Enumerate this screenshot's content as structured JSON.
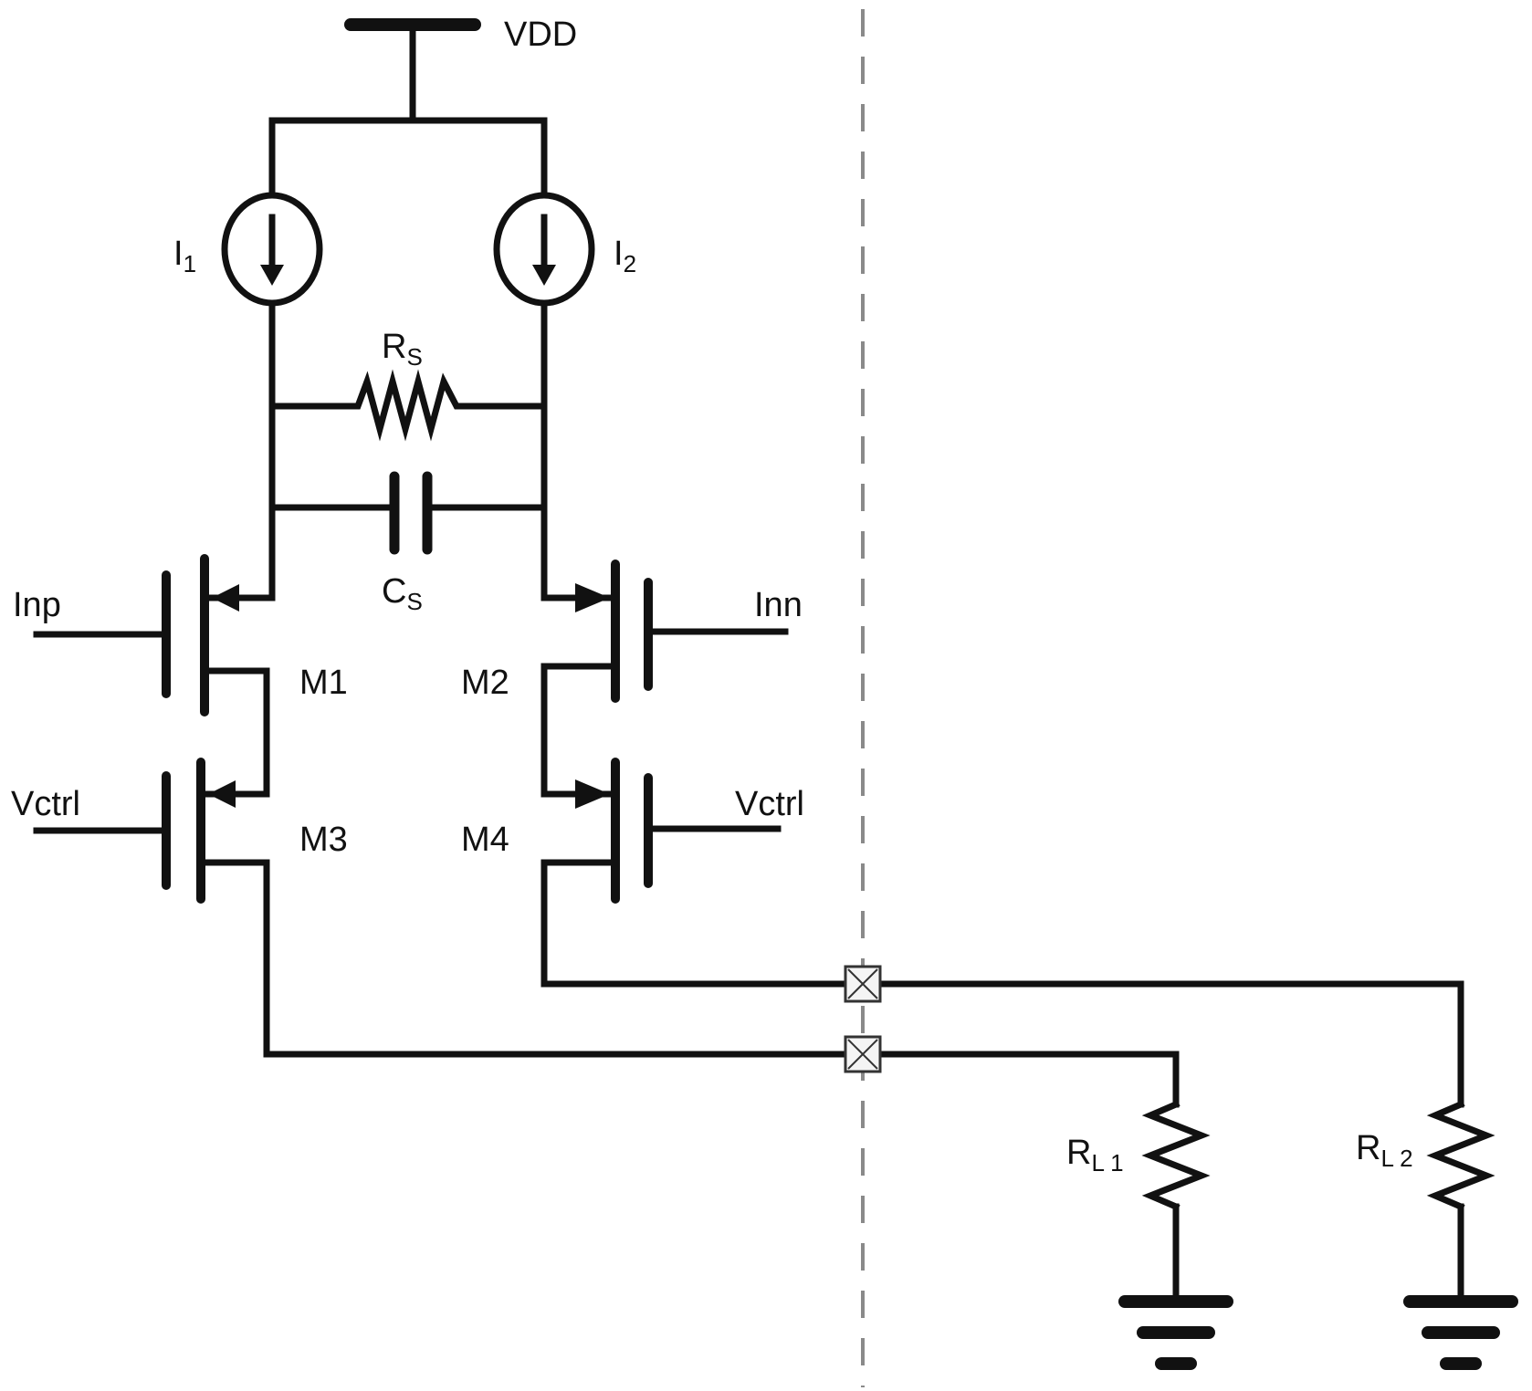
{
  "supply": {
    "label": "VDD"
  },
  "sources": [
    {
      "main": "I",
      "sub": "1"
    },
    {
      "main": "I",
      "sub": "2"
    }
  ],
  "degeneration": {
    "resistor": {
      "main": "R",
      "sub": "S"
    },
    "capacitor": {
      "main": "C",
      "sub": "S"
    }
  },
  "inputs": {
    "positive": "Inp",
    "negative": "Inn"
  },
  "controls": {
    "left": "Vctrl",
    "right": "Vctrl"
  },
  "transistors": {
    "m1": "M1",
    "m2": "M2",
    "m3": "M3",
    "m4": "M4"
  },
  "loads": [
    {
      "main": "R",
      "sub": "L 1"
    },
    {
      "main": "R",
      "sub": "L 2"
    }
  ]
}
